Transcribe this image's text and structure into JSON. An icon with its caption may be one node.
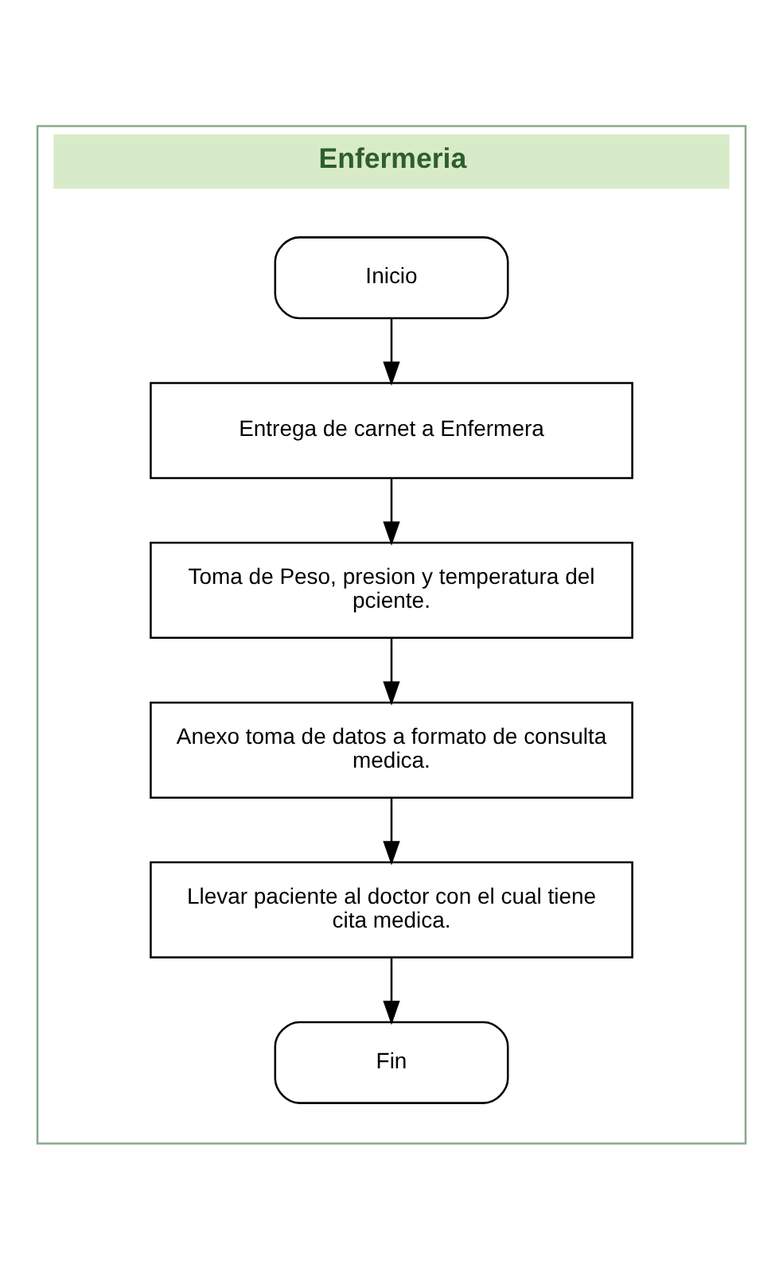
{
  "diagram": {
    "nodes": [
      {
        "text": [
          "Enfermeria"
        ]
      },
      {
        "text": [
          "Inicio"
        ],
        "in": 0
      },
      {
        "text": [
          "Entrega de carnet a Enfermera"
        ],
        "in": 0
      },
      {
        "text": [
          "Toma de Peso, presion y temperatura del pciente."
        ],
        "in": 0
      },
      {
        "text": [
          "Anexo toma de datos a formato de consulta medica."
        ],
        "in": 0
      },
      {
        "text": [
          "Llevar paciente al doctor con el cual tiene cita medica."
        ],
        "in": 0
      },
      {
        "text": [
          "Fin"
        ],
        "in": 0
      }
    ],
    "edges": [
      {
        "from": 1,
        "to": 2,
        "arrow": "to"
      },
      {
        "from": 2,
        "to": 3,
        "arrow": "to"
      },
      {
        "from": 3,
        "to": 4,
        "arrow": "to"
      },
      {
        "from": 4,
        "to": 5,
        "arrow": "to"
      },
      {
        "from": 5,
        "to": 6,
        "arrow": "to"
      }
    ]
  }
}
